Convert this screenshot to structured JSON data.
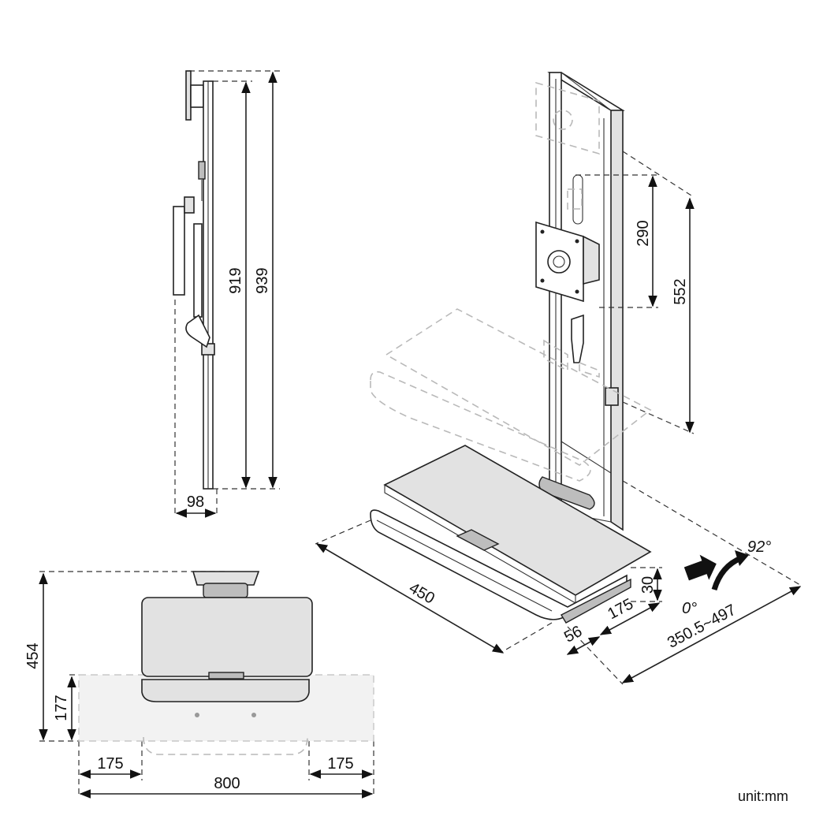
{
  "dimensions": {
    "side_view": {
      "height_inner": "919",
      "height_outer": "939",
      "depth": "98"
    },
    "top_view": {
      "total_depth": "454",
      "tray_depth": "177",
      "left_offset": "175",
      "right_offset": "175",
      "total_width": "800"
    },
    "iso_view": {
      "mount_range_small": "290",
      "mount_range_large": "552",
      "tray_thickness": "30",
      "rail_width": "175",
      "offset_56": "56",
      "tray_width": "450",
      "depth_range": "350.5~497"
    }
  },
  "angles": {
    "min": "0°",
    "max": "92°"
  },
  "unit_note": "unit:mm"
}
